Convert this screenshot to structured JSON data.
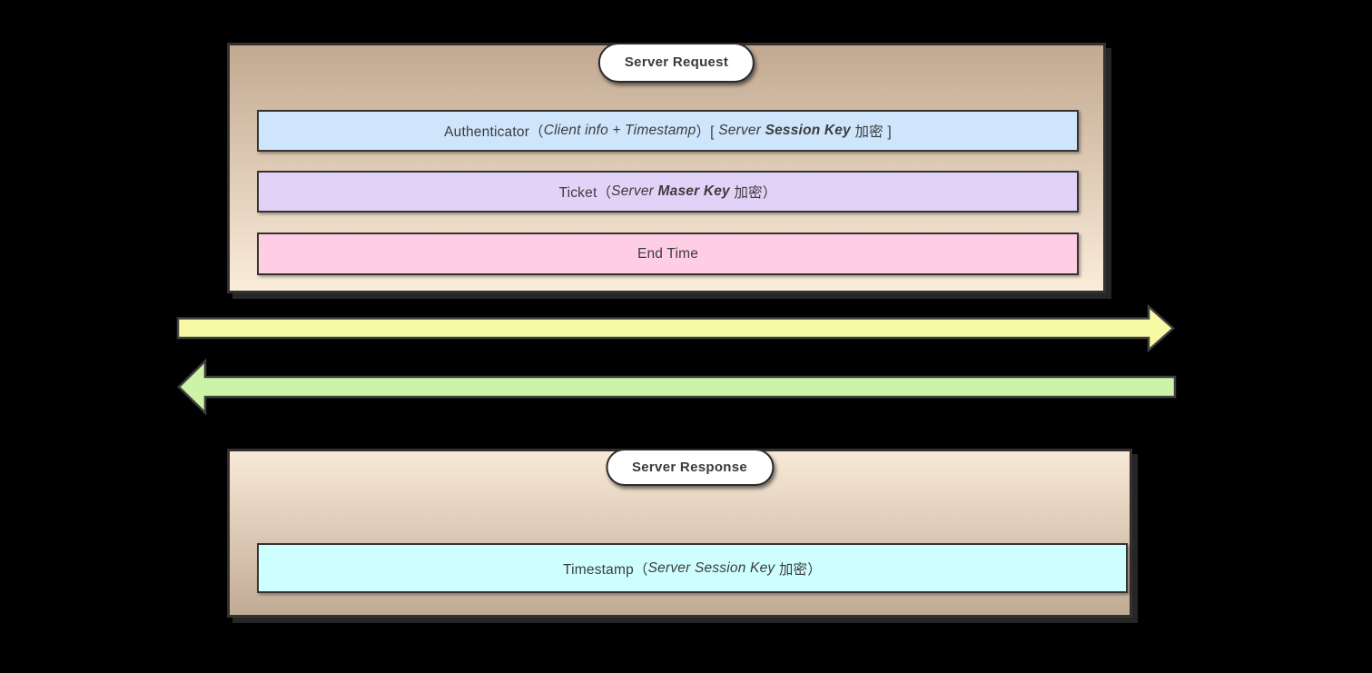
{
  "request_panel": {
    "title": "Server Request",
    "bars": [
      {
        "id": "authenticator",
        "fill": "#cee5fb",
        "segments": [
          {
            "text": "Authenticator（",
            "style": "regular"
          },
          {
            "text": "Client info + Timestamp",
            "style": "italic"
          },
          {
            "text": "）[ ",
            "style": "regular"
          },
          {
            "text": "Server ",
            "style": "italic"
          },
          {
            "text": "Session Key",
            "style": "bold-italic"
          },
          {
            "text": " 加密 ]",
            "style": "regular"
          }
        ]
      },
      {
        "id": "ticket",
        "fill": "#e3d2f7",
        "segments": [
          {
            "text": "Ticket（",
            "style": "regular"
          },
          {
            "text": "Server ",
            "style": "italic"
          },
          {
            "text": "Maser Key",
            "style": "bold-italic"
          },
          {
            "text": " 加密）",
            "style": "regular"
          }
        ]
      },
      {
        "id": "end-time",
        "fill": "#ffcde4",
        "segments": [
          {
            "text": "End Time",
            "style": "regular"
          }
        ]
      }
    ]
  },
  "arrows": {
    "request": {
      "direction": "right",
      "fill": "#f8f9a4",
      "stroke": "#3f3f3f"
    },
    "response": {
      "direction": "left",
      "fill": "#cdf3a8",
      "stroke": "#3f3f3f"
    }
  },
  "response_panel": {
    "title": "Server Response",
    "bars": [
      {
        "id": "timestamp",
        "fill": "#cdffff",
        "segments": [
          {
            "text": "Timestamp（",
            "style": "regular"
          },
          {
            "text": "Server Session Key",
            "style": "italic"
          },
          {
            "text": " 加密）",
            "style": "regular"
          }
        ]
      }
    ]
  },
  "colors": {
    "background": "#000000",
    "panel_gradient_dark": "#c2a991",
    "panel_gradient_light": "#faecda",
    "panel_border": "#353030",
    "bar_border": "#353232",
    "text": "#3c3c3c"
  }
}
